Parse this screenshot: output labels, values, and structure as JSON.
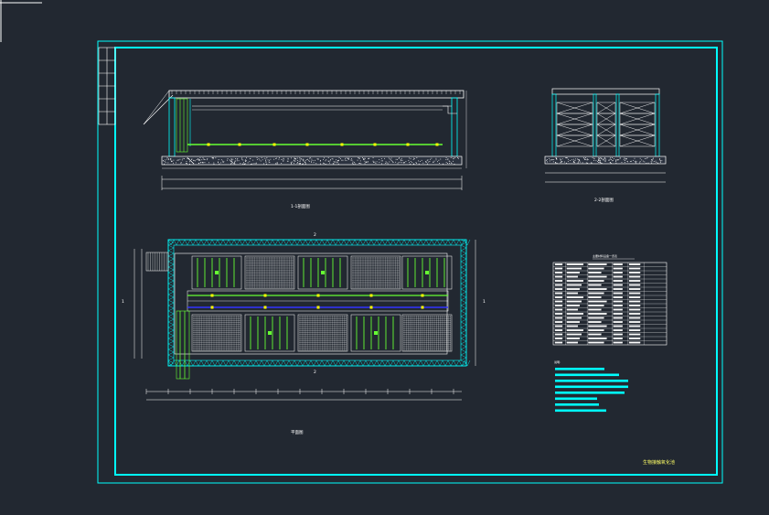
{
  "drawing": {
    "title_block": "生物接触氧化池",
    "section_1_label": "1-1剖面图",
    "section_2_label": "2-2剖面图",
    "plan_label": "平面图",
    "table_title": "主要材料设备一览表",
    "notes_title": "说明:",
    "section_mark_1": "1",
    "section_mark_2": "2"
  },
  "colors": {
    "background": "#222831",
    "frame": "#00ffff",
    "line": "#ffffff",
    "pipe_green": "#66ff33",
    "pipe_blue": "#3333ff",
    "pipe_yellow": "#ffff00",
    "title_text": "#ffff66"
  },
  "materials_table": {
    "rows": 20,
    "columns": 6
  },
  "notes": {
    "lines": 8
  }
}
